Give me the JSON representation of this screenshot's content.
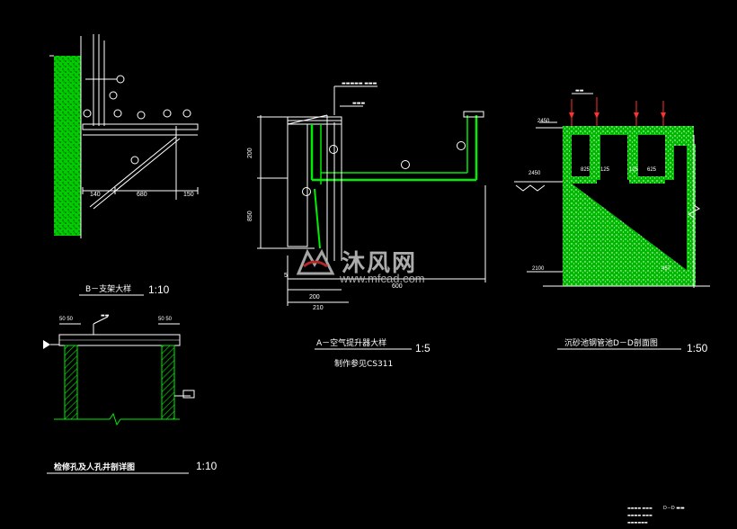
{
  "titles": {
    "bracket": "B－支架大样",
    "bracket_scale": "1:10",
    "vent": "A－空气提升器大样",
    "vent_scale": "1:5",
    "vent_ref": "制作参见CS311",
    "section": "沉砂池钢管池D－D剖面图",
    "section_scale": "1:50",
    "manhole": "检修孔及人孔井剖详图",
    "manhole_scale": "1:10"
  },
  "dimensions": {
    "bracket_140": "140",
    "bracket_680": "680",
    "bracket_150": "150",
    "vent_upper": "200",
    "vent_lower": "850",
    "vent_600": "600",
    "vent_200": "200",
    "vent_210": "210",
    "vent_5": "5",
    "section_elev_top": "2450",
    "section_elev_mid": "2450",
    "section_elev_bottom": "2100",
    "section_a": "825",
    "section_b": "125",
    "section_c": "125",
    "section_d": "625",
    "section_e": "457"
  },
  "callouts": {
    "bracket": [
      "⑤",
      "④",
      "①",
      "③",
      "②",
      "⑤",
      "⑥"
    ],
    "vent": [
      "⑦",
      "③",
      "⑥",
      "⑧"
    ]
  },
  "watermark": {
    "cn": "沐风网",
    "url": "www.mfcad.com",
    "logo": "mfcad-logo"
  },
  "colors": {
    "background": "#000000",
    "wall": "#00ff00",
    "lines": "#ffffff",
    "pipes": "#ff3030"
  }
}
